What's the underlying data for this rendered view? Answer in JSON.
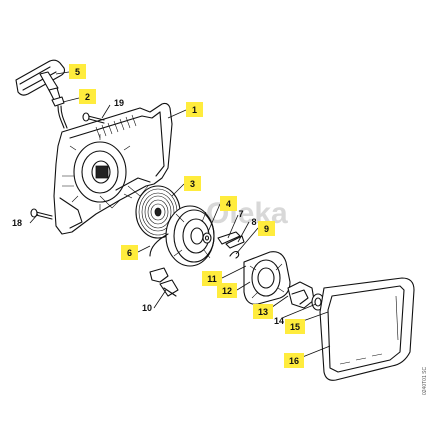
{
  "callouts": [
    {
      "id": "1",
      "label": "1",
      "highlighted": true
    },
    {
      "id": "2",
      "label": "2",
      "highlighted": true
    },
    {
      "id": "3",
      "label": "3",
      "highlighted": true
    },
    {
      "id": "4",
      "label": "4",
      "highlighted": true
    },
    {
      "id": "5",
      "label": "5",
      "highlighted": true
    },
    {
      "id": "6",
      "label": "6",
      "highlighted": true
    },
    {
      "id": "7",
      "label": "7",
      "highlighted": false
    },
    {
      "id": "8",
      "label": "8",
      "highlighted": false
    },
    {
      "id": "9",
      "label": "9",
      "highlighted": true
    },
    {
      "id": "10",
      "label": "10",
      "highlighted": false
    },
    {
      "id": "11",
      "label": "11",
      "highlighted": true
    },
    {
      "id": "12",
      "label": "12",
      "highlighted": true
    },
    {
      "id": "13",
      "label": "13",
      "highlighted": true
    },
    {
      "id": "14",
      "label": "14",
      "highlighted": false
    },
    {
      "id": "15",
      "label": "15",
      "highlighted": true
    },
    {
      "id": "16",
      "label": "16",
      "highlighted": true
    },
    {
      "id": "18",
      "label": "18",
      "highlighted": false
    },
    {
      "id": "19",
      "label": "19",
      "highlighted": false
    }
  ],
  "watermark": "Oleka",
  "drawing_code": "0240T01 SC",
  "colors": {
    "highlight": "#ffec3d",
    "line": "#111111",
    "watermark": "#d8d8d8"
  }
}
